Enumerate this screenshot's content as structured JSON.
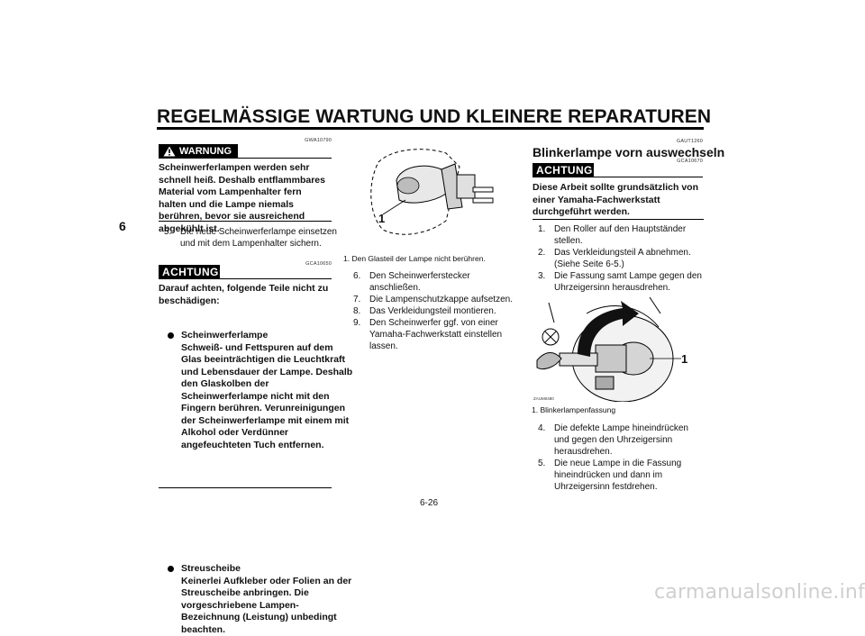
{
  "header": {
    "title": "REGELMÄSSIGE WARTUNG UND KLEINERE REPARATUREN",
    "chapter": "6"
  },
  "col1": {
    "warn_code": "GWA10790",
    "warning_label": "WARNUNG",
    "warning_text": "Scheinwerferlampen werden sehr schnell heiß. Deshalb entflammbares Material vom Lampenhalter fern halten und die Lampe niemals berühren, bevor sie ausreichend abgekühlt ist.",
    "step5_num": "5.",
    "step5_text": "Die neue Scheinwerferlampe einsetzen und mit dem Lampenhalter sichern.",
    "caution_code": "GCA10650",
    "caution_label": "ACHTUNG:",
    "caution_intro": "Darauf achten, folgende Teile nicht zu beschädigen:",
    "bullet1_title": "Scheinwerferlampe",
    "bullet1_text": "Schweiß- und Fettspuren auf dem Glas beeinträchtigen die Leuchtkraft und Lebensdauer der Lampe. Deshalb den Glaskolben der Scheinwerferlampe nicht mit den Fingern berühren. Verunreinigungen der Scheinwerferlampe mit einem mit Alkohol oder Verdünner angefeuchteten Tuch entfernen.",
    "bullet2_title": "Streuscheibe",
    "bullet2_text": "Keinerlei Aufkleber oder Folien an der Streuscheibe anbringen. Die vorgeschriebene Lampen-Bezeichnung (Leistung) unbedingt beachten."
  },
  "col2": {
    "figure_label": "1",
    "caption": "1. Den Glasteil der Lampe nicht berühren.",
    "steps": [
      {
        "num": "6.",
        "text": "Den Scheinwerferstecker anschließen."
      },
      {
        "num": "7.",
        "text": "Die Lampenschutzkappe aufsetzen."
      },
      {
        "num": "8.",
        "text": "Das Verkleidungsteil montieren."
      },
      {
        "num": "9.",
        "text": "Den Scheinwerfer ggf. von einer Yamaha-Fachwerkstatt einstellen lassen."
      }
    ]
  },
  "col3": {
    "section_code": "GAUT1260",
    "section_title": "Blinkerlampe vorn auswechseln",
    "caution_code": "GCA10670",
    "caution_label": "ACHTUNG:",
    "caution_text": "Diese Arbeit sollte grundsätzlich von einer Yamaha-Fachwerkstatt durchgeführt werden.",
    "steps": [
      {
        "num": "1.",
        "text": "Den Roller auf den Hauptständer stellen."
      },
      {
        "num": "2.",
        "text": "Das Verkleidungsteil A abnehmen. (Siehe Seite 6-5.)"
      },
      {
        "num": "3.",
        "text": "Die Fassung samt Lampe gegen den Uhrzeigersinn herausdrehen."
      }
    ],
    "figure_label": "1",
    "figure_code": "ZAUM0480",
    "caption": "1. Blinkerlampenfassung",
    "steps2": [
      {
        "num": "4.",
        "text": "Die defekte Lampe hineindrücken und gegen den Uhrzeigersinn herausdrehen."
      },
      {
        "num": "5.",
        "text": "Die neue Lampe in die Fassung hineindrücken und dann im Uhrzeigersinn festdrehen."
      }
    ]
  },
  "page_number": "6-26",
  "footer": "carmanualsonline.info"
}
